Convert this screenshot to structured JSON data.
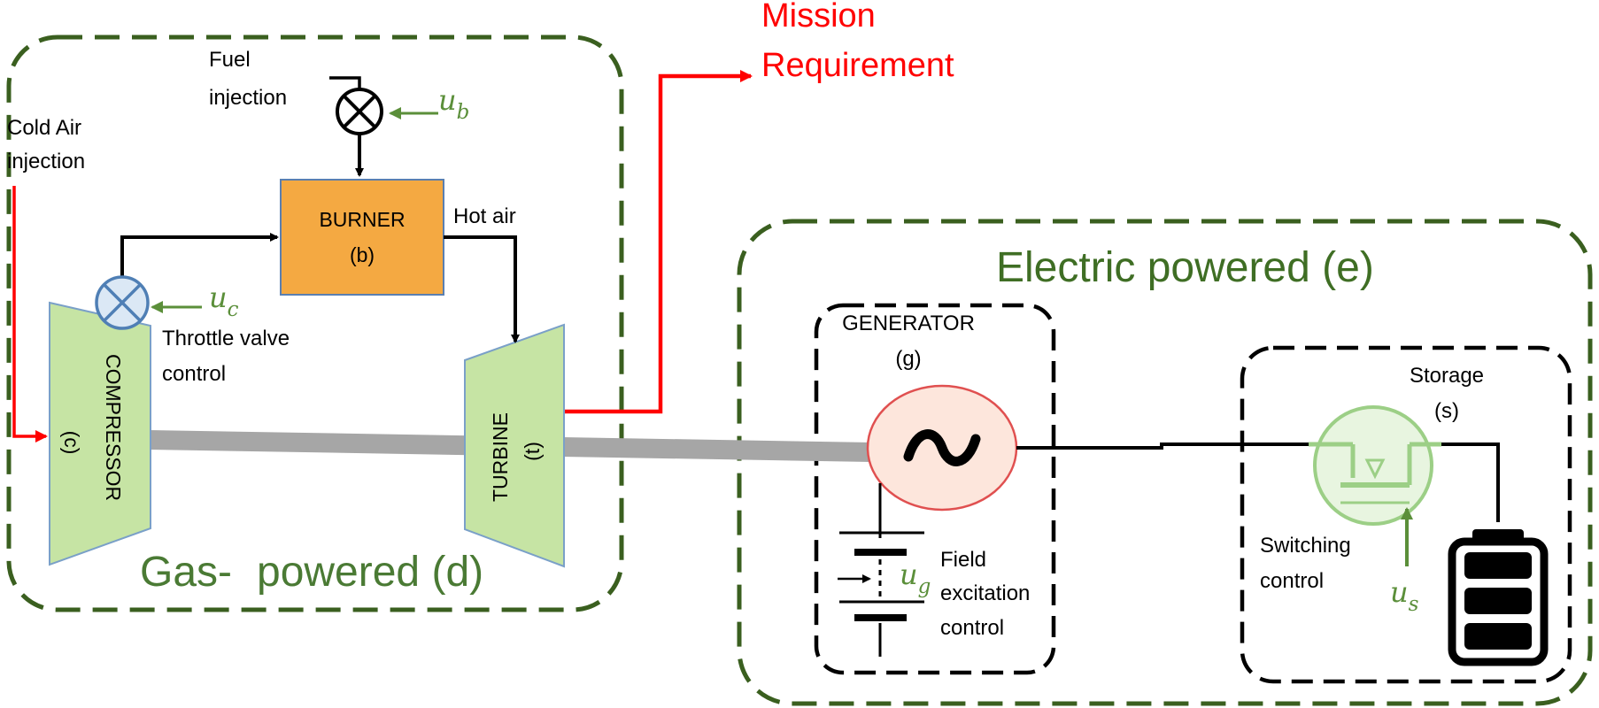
{
  "mission": {
    "line1": "Mission",
    "line2": "Requirement",
    "color": "#ff0000"
  },
  "gas": {
    "title_a": "Gas-",
    "title_b": "powered (d)",
    "title_color": "#4a7a34",
    "border_color": "#3a5f1f"
  },
  "electric": {
    "title": "Electric powered (e)",
    "title_color": "#3f6e24",
    "border_color": "#3a5f1f"
  },
  "cold_air": {
    "line1": "Cold Air",
    "line2": "injection"
  },
  "fuel": {
    "line1": "Fuel",
    "line2": "injection"
  },
  "burner": {
    "name": "BURNER",
    "id": "(b)",
    "fill": "#f4a942"
  },
  "hot_air": "Hot air",
  "compressor": {
    "name": "COMPRESSOR",
    "id": "(c)",
    "fill": "#c6e4a4"
  },
  "turbine": {
    "name": "TURBINE",
    "id": "(t)",
    "fill": "#c6e4a4"
  },
  "throttle": {
    "line1": "Throttle valve",
    "line2": "control"
  },
  "generator": {
    "name": "GENERATOR",
    "id": "(g)",
    "fill": "#fde6dc",
    "stroke": "#e05050"
  },
  "field": {
    "line1": "Field",
    "line2": "excitation",
    "line3": "control"
  },
  "storage": {
    "name": "Storage",
    "id": "(s)"
  },
  "switching": {
    "line1": "Switching",
    "line2": "control",
    "color": "#9ccf86"
  },
  "controls": {
    "u_b": {
      "base": "u",
      "sub": "b"
    },
    "u_c": {
      "base": "u",
      "sub": "c"
    },
    "u_g": {
      "base": "u",
      "sub": "g"
    },
    "u_s": {
      "base": "u",
      "sub": "s"
    },
    "color": "#5b8f3a"
  },
  "icons": {
    "fuel_valve": "valve-x-icon",
    "throttle_valve": "valve-x-icon",
    "generator": "tilde-ac-icon",
    "transistor": "mosfet-icon",
    "battery": "battery-icon",
    "dc_source": "dc-source-icon"
  }
}
